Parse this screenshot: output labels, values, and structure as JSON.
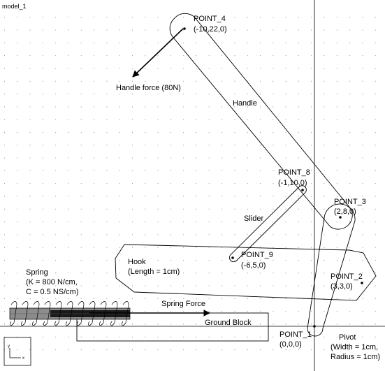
{
  "window": {
    "title": "model_1"
  },
  "points": [
    {
      "id": "point-4",
      "name": "POINT_4",
      "coord": "(-10,22,0)"
    },
    {
      "id": "point-8",
      "name": "POINT_8",
      "coord": "(-1,10,0)"
    },
    {
      "id": "point-3",
      "name": "POINT_3",
      "coord": "(2,8,0)"
    },
    {
      "id": "point-9",
      "name": "POINT_9",
      "coord": "(-6,5,0)"
    },
    {
      "id": "point-2",
      "name": "POINT_2",
      "coord": "(3,3,0)"
    },
    {
      "id": "point-1",
      "name": "POINT_1",
      "coord": "(0,0,0)"
    }
  ],
  "labels": {
    "handle_force": "Handle force (80N)",
    "handle": "Handle",
    "slider": "Slider",
    "hook_line1": "Hook",
    "hook_line2": "(Length = 1cm)",
    "spring_line1": "Spring",
    "spring_line2": "(K = 800 N/cm,",
    "spring_line3": "C = 0.5 NS/cm)",
    "spring_force": "Spring Force",
    "ground_block": "Ground Block",
    "pivot_line1": "Pivot",
    "pivot_line2": "(Width = 1cm,",
    "pivot_line3": "Radius = 1cm)"
  },
  "triad": {
    "y_axis": "y",
    "x_axis": "x"
  },
  "colors": {
    "background": "#ffffff",
    "grid_dot": "#8a8a8a",
    "outline": "#000000",
    "spring_fill": "#8c8c8c",
    "spring_dark": "#1a1a1a"
  }
}
